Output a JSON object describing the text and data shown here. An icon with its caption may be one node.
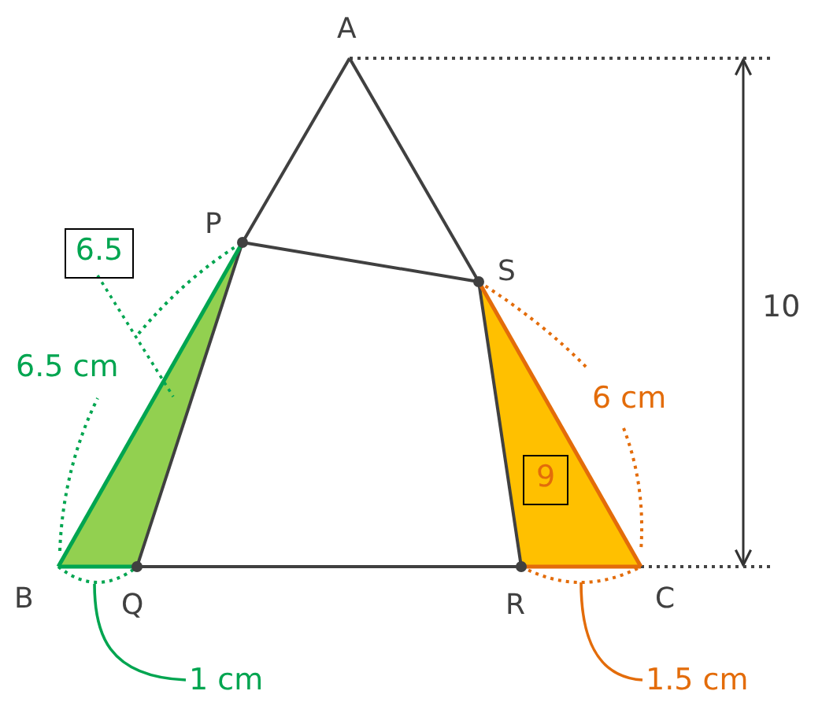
{
  "diagram": {
    "nodes": [
      {
        "text": [],
        "shape": "triangle"
      },
      {
        "text": [
          "6.5"
        ]
      },
      {
        "text": [],
        "shape": "triangle"
      },
      {
        "text": [
          "9"
        ],
        "in": 2
      },
      {
        "text": [],
        "shape": "arc"
      },
      {
        "text": [],
        "shape": "arc"
      },
      {
        "text": [
          "1 cm"
        ]
      },
      {
        "text": [
          "1.5 cm"
        ]
      }
    ],
    "edges": [
      {
        "from": 1,
        "to": 0,
        "arrow": "none",
        "style": "dashed",
        "color": "#00a550"
      },
      {
        "from": 6,
        "to": 4,
        "arrow": "none",
        "color": "#00a550"
      },
      {
        "from": 7,
        "to": 5,
        "arrow": "none",
        "color": "#e36c0a"
      }
    ],
    "labels": [
      "A",
      "P",
      "S",
      "6.5 cm",
      "6 cm",
      "10",
      "B",
      "Q",
      "R",
      "C"
    ]
  }
}
